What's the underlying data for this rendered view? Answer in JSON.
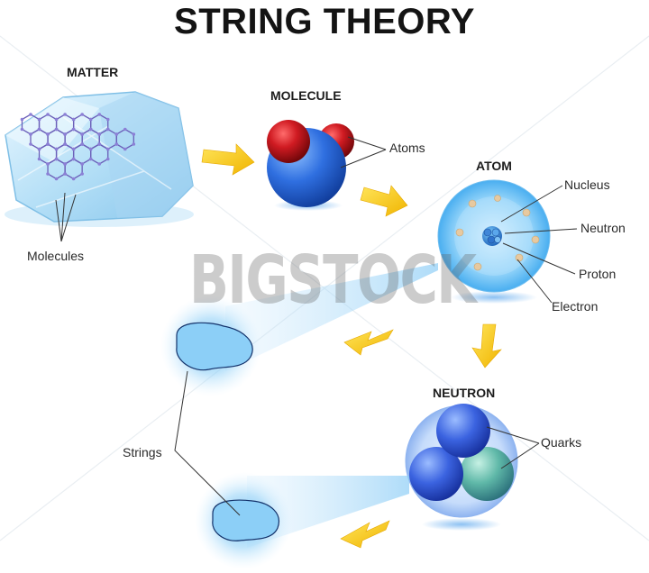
{
  "title": "STRING THEORY",
  "watermark": "BIGSTOCK",
  "stages": {
    "matter": "MATTER",
    "molecule": "MOLECULE",
    "atom": "ATOM",
    "neutron": "NEUTRON"
  },
  "labels": {
    "molecules": "Molecules",
    "atoms": "Atoms",
    "nucleus": "Nucleus",
    "neutron": "Neutron",
    "proton": "Proton",
    "electron": "Electron",
    "quarks": "Quarks",
    "strings": "Strings"
  },
  "colors": {
    "arrow": "#f5c400",
    "ice": "#a8d8f2",
    "atom_red": "#c0141c",
    "atom_blue": "#2f6fe0",
    "glow": "#6cc4f5",
    "quark_green": "#5fb8a8"
  }
}
